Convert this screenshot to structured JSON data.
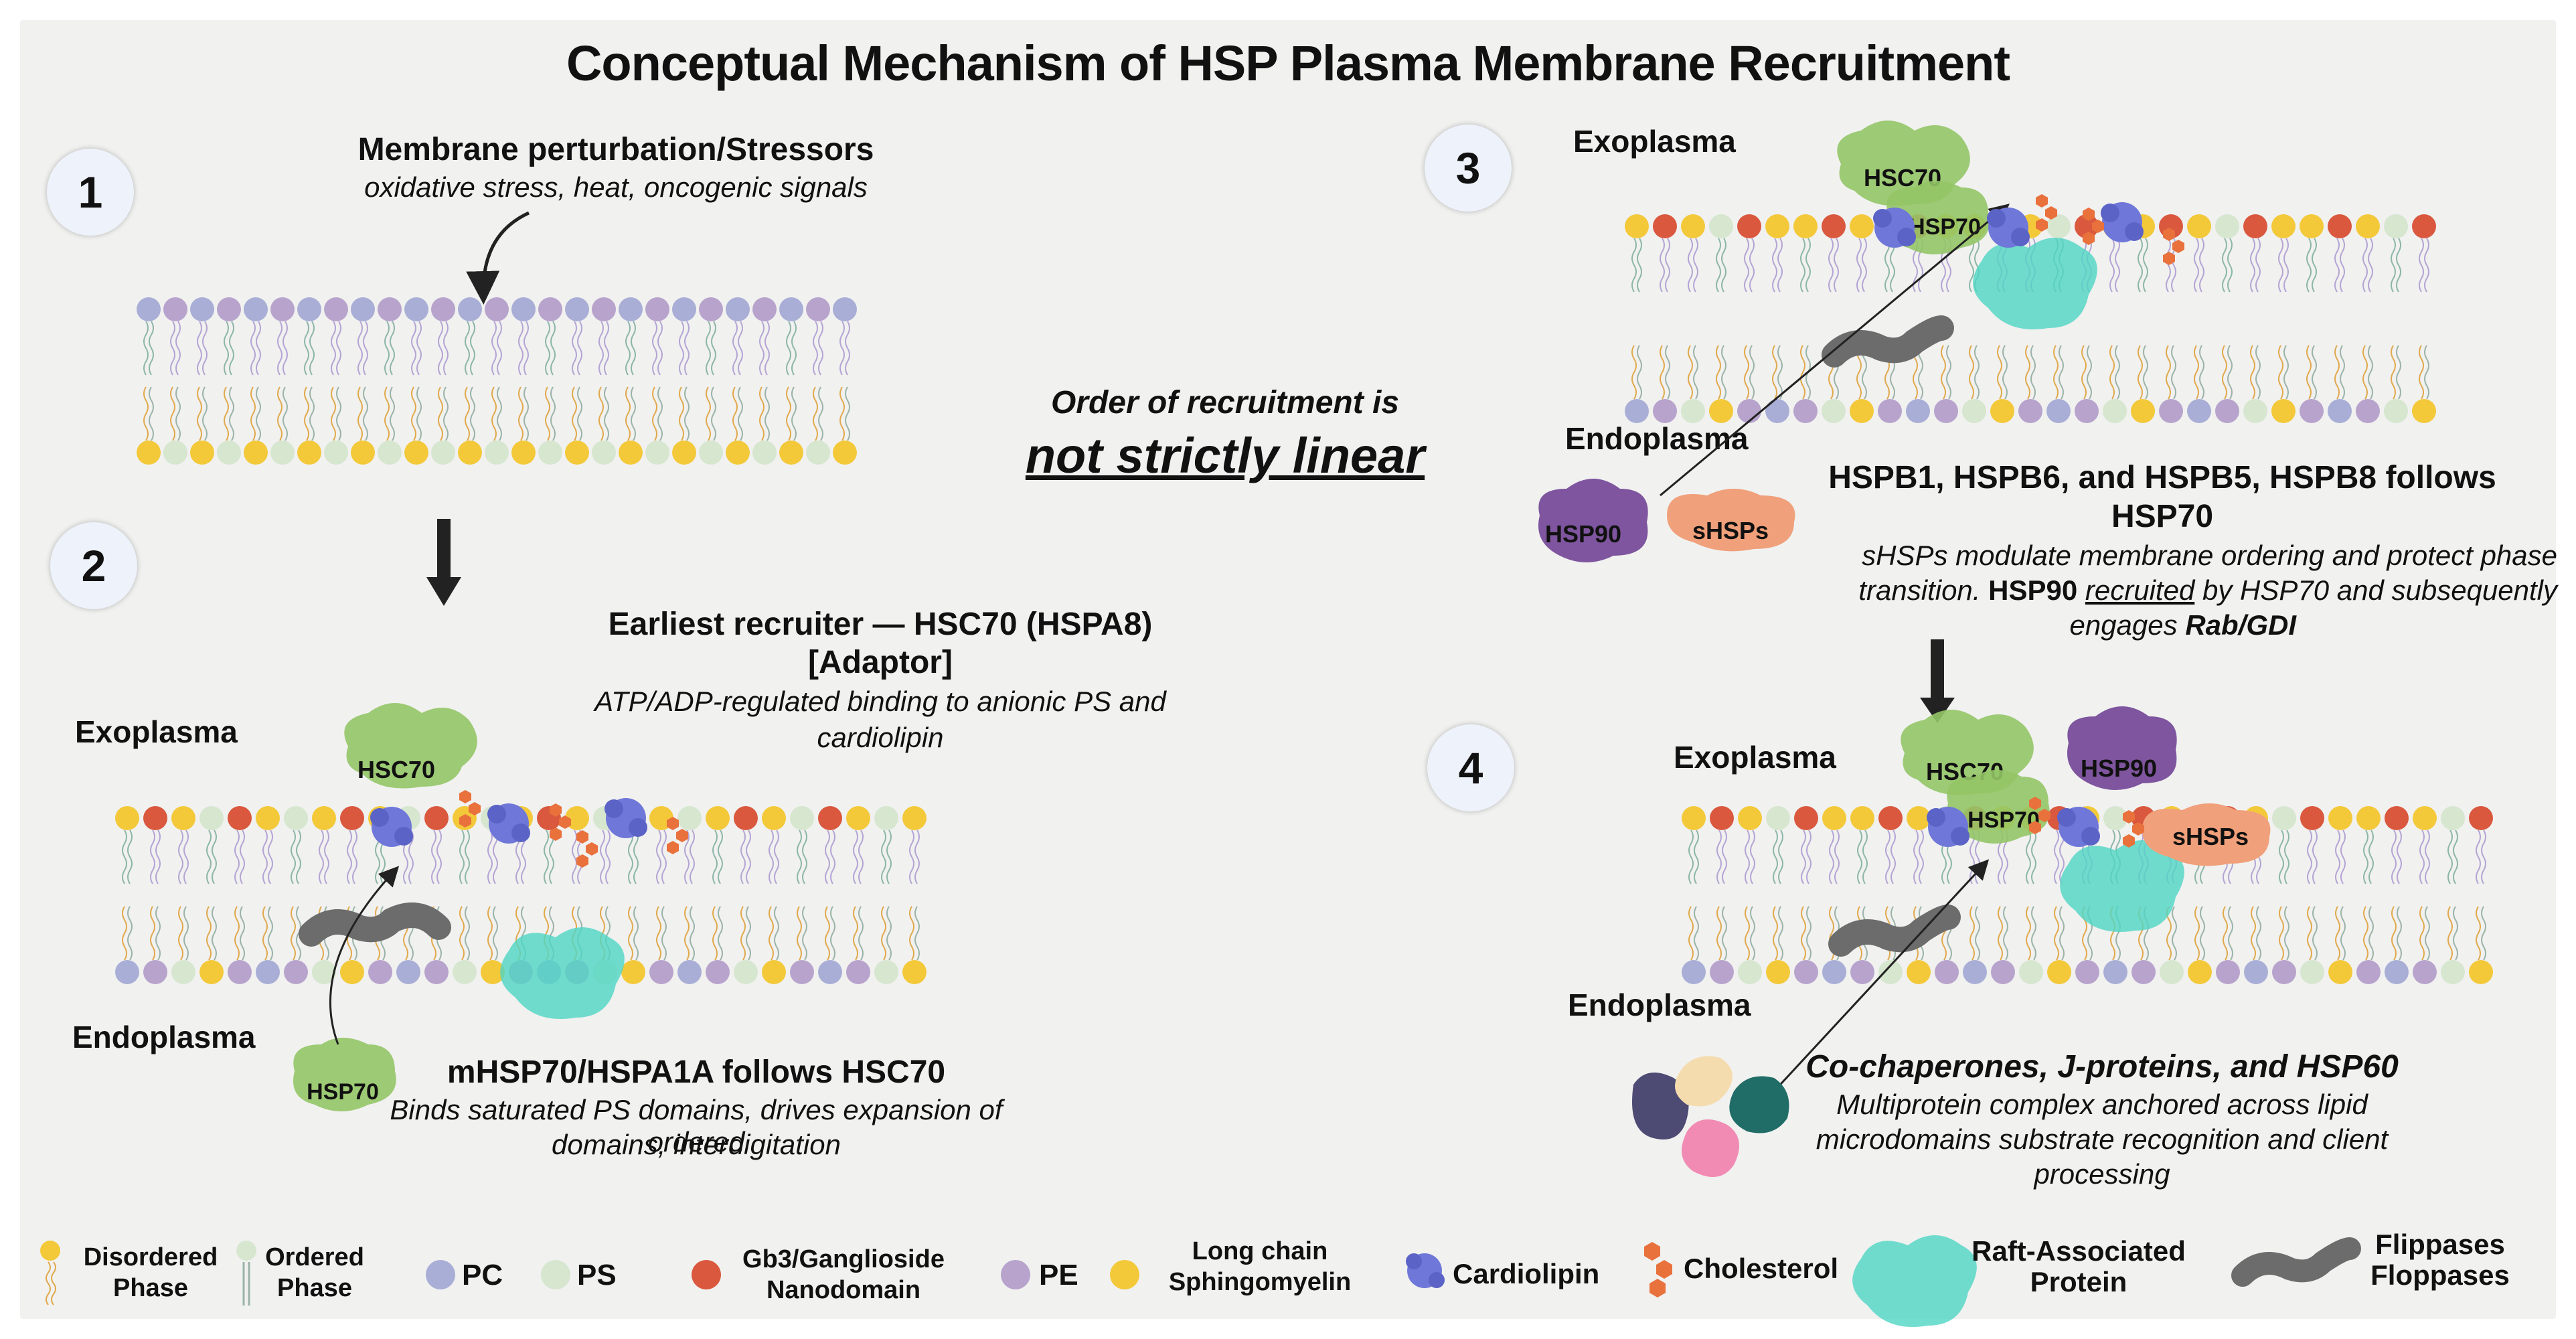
{
  "title": "Conceptual Mechanism of HSP Plasma Membrane Recruitment",
  "center_note": {
    "line1": "Order of recruitment is",
    "line2": "not strictly linear"
  },
  "step1": {
    "number": "1",
    "heading": "Membrane perturbation/Stressors",
    "subtext": "oxidative stress, heat, oncogenic signals"
  },
  "step2": {
    "number": "2",
    "heading_line1": "Earliest recruiter — HSC70 (HSPA8)",
    "heading_line2": "[Adaptor]",
    "subtext_line1": "ATP/ADP-regulated binding to anionic PS and",
    "subtext_line2": "cardiolipin",
    "exo_label": "Exoplasma",
    "endo_label": "Endoplasma",
    "protein_top": "HSC70",
    "protein_bottom": "HSP70",
    "follow_heading": "mHSP70/HSPA1A follows HSC70",
    "follow_line1": "Binds saturated PS domains, drives expansion of ordered",
    "follow_line2": "domains, interdigitation"
  },
  "step3": {
    "number": "3",
    "exo_label": "Exoplasma",
    "endo_label": "Endoplasma",
    "protein_a": "HSC70",
    "protein_b": "HSP70",
    "blob_a": "HSP90",
    "blob_b": "sHSPs",
    "heading_line1": "HSPB1, HSPB6, and HSPB5, HSPB8 follows",
    "heading_line2": "HSP70",
    "sub_line1": "sHSPs modulate membrane ordering and protect phase",
    "sub_line2_pre": "transition. ",
    "sub_line2_bold": "HSP90",
    "sub_line2_u": "recruited",
    "sub_line2_post": " by HSP70 and subsequently",
    "sub_line3_pre": "engages ",
    "sub_line3_bold": "Rab/GDI"
  },
  "step4": {
    "number": "4",
    "exo_label": "Exoplasma",
    "endo_label": "Endoplasma",
    "protein_a": "HSC70",
    "protein_b": "HSP70",
    "protein_c": "HSP90",
    "protein_d": "sHSPs",
    "heading": "Co-chaperones, J-proteins, and HSP60",
    "sub_line1": "Multiprotein complex anchored across lipid",
    "sub_line2": "microdomains substrate recognition and client",
    "sub_line3": "processing"
  },
  "legend": {
    "disordered": "Disordered Phase",
    "ordered": "Ordered Phase",
    "pc": "PC",
    "ps": "PS",
    "gb3": "Gb3/Ganglioside Nanodomain",
    "pe": "PE",
    "sm": "Long chain Sphingomyelin",
    "cardiolipin": "Cardiolipin",
    "cholesterol": "Cholesterol",
    "raft": "Raft-Associated Protein",
    "flippases": "Flippases Floppases"
  },
  "colors": {
    "pc": "#a9aed6",
    "ps": "#d6e6cf",
    "gb3": "#d9583e",
    "pe": "#b7a3cc",
    "sm": "#f3c93a",
    "cardiolipin": "#6f78d8",
    "cholesterol": "#e9713c",
    "raft": "#4fd6c3",
    "flippase": "#6c6c6c",
    "hsc70": "#93c566",
    "hsp90": "#7e559e",
    "shsps": "#f0a07a"
  }
}
